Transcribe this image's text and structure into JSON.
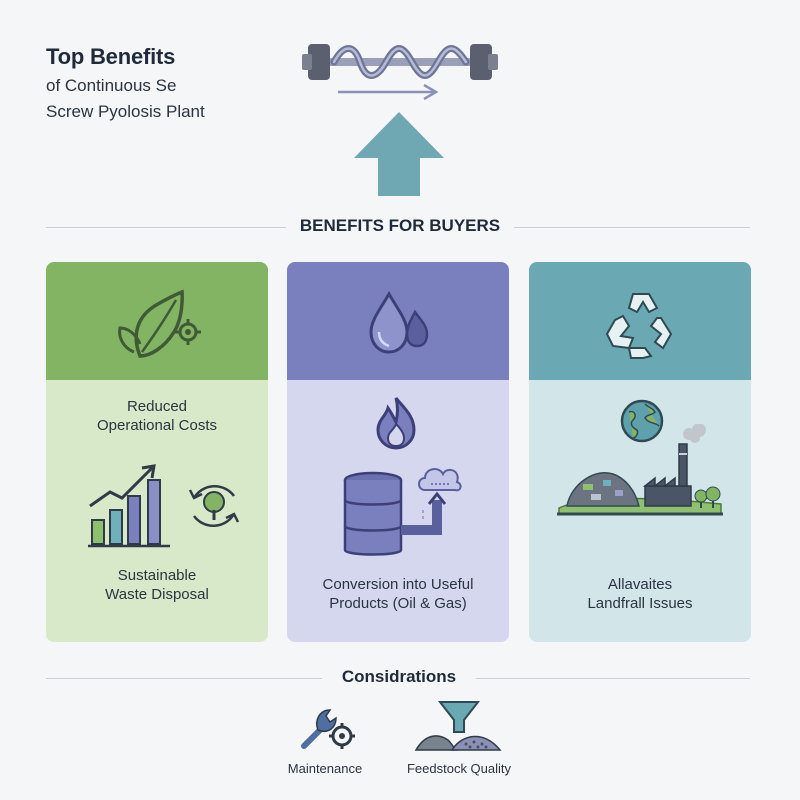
{
  "header": {
    "title": "Top Benefits",
    "subtitle_line1": "of Continuous Se",
    "subtitle_line2": "Screw Pyolosis Plant"
  },
  "section_benefits": {
    "heading": "BENEFITS FOR BUYERS"
  },
  "cards": [
    {
      "color_top": "#82b463",
      "color_body": "#d8e9c9",
      "icons": [
        "leaf-gear-icon",
        "growth-chart-icon",
        "recycle-tree-icon"
      ],
      "label_1": "Reduced\nOperational Costs",
      "label_2": "Sustainable\nWaste Disposal"
    },
    {
      "color_top": "#7a7fbd",
      "color_body": "#d4d7ee",
      "icons": [
        "oil-drops-icon",
        "flame-icon",
        "oil-barrel-icon",
        "gas-cloud-icon"
      ],
      "label_1": "Conversion into Useful\nProducts (Oil & Gas)"
    },
    {
      "color_top": "#6aa8b4",
      "color_body": "#d2e6ea",
      "icons": [
        "recycle-arrows-icon",
        "globe-icon",
        "landfill-factory-icon"
      ],
      "label_1": "Allavaites\nLandfrall Issues"
    }
  ],
  "section_considerations": {
    "heading": "Considrations"
  },
  "considerations": [
    {
      "icon": "wrench-gear-icon",
      "label": "Maintenance"
    },
    {
      "icon": "funnel-icon",
      "label": "Feedstock Quality"
    }
  ],
  "colors": {
    "arrow": "#6fa8b3",
    "screw": "#7b82a8",
    "accent_purple": "#7a7fbd"
  }
}
